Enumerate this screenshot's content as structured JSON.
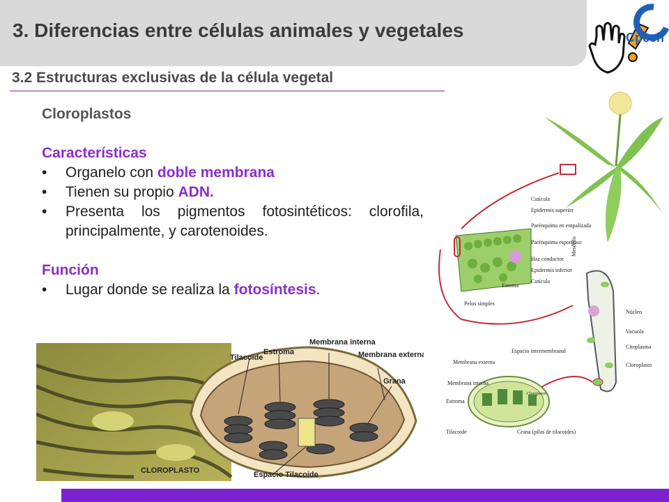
{
  "header": {
    "title": "3. Diferencias entre células animales y vegetales",
    "subtitle": "3.2 Estructuras exclusivas de la célula vegetal"
  },
  "content": {
    "heading": "Cloroplastos",
    "caracteristicas": {
      "label": "Características",
      "items": [
        {
          "text": "Organelo con ",
          "highlight": "doble membrana",
          "after": ""
        },
        {
          "text": "Tienen su propio ",
          "highlight": "ADN.",
          "after": ""
        },
        {
          "text": "Presenta los pigmentos fotosintéticos: clorofila, principalmente, y carotenoides.",
          "highlight": "",
          "after": ""
        }
      ]
    },
    "funcion": {
      "label": "Función",
      "items": [
        {
          "text": "Lugar donde se realiza la ",
          "highlight": "fotosíntesis",
          "after": "."
        }
      ]
    }
  },
  "logo": {
    "text": "Cpech",
    "icon": "hand-exclamation-icon"
  },
  "diagram_left": {
    "labels": [
      "Tilacoide",
      "Estroma",
      "Membrana interna",
      "Membrana externa",
      "Grana",
      "CLOROPLASTO",
      "Espacio Tilacoide"
    ]
  },
  "diagram_right": {
    "leaf_labels": [
      "Cutícula",
      "Epidermis superior",
      "Parénquima en empalizada",
      "Parénquima esponjoso",
      "Haz conductor",
      "Epidermis inferior",
      "Cutícula",
      "Mesófilo",
      "Estoma",
      "Pelos simples"
    ],
    "cell_labels": [
      "Núcleo",
      "Vacuola",
      "Citoplasma",
      "Cloroplasto"
    ],
    "chloro_labels": [
      "Espacio intermembranal",
      "Membrana externa",
      "Membrana interna",
      "Estroma",
      "Tilacoide",
      "Grana (pilas de tilacoides)",
      "Cloroplasto"
    ]
  },
  "colors": {
    "accent": "#8b2ec9",
    "bar": "#7c22d1",
    "header_bg": "#d9d9d9"
  }
}
